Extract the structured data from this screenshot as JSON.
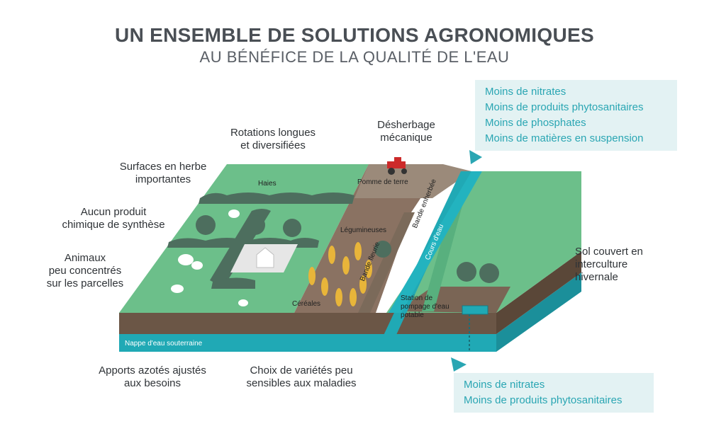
{
  "title": "UN ENSEMBLE DE SOLUTIONS AGRONOMIQUES",
  "subtitle": "AU BÉNÉFICE DE LA QUALITÉ DE L'EAU",
  "labels": {
    "rotations": "Rotations longues\net diversifiées",
    "desherbage": "Désherbage\nmécanique",
    "surfaces": "Surfaces en herbe\nimportantes",
    "aucun": "Aucun produit\nchimique de synthèse",
    "animaux": "Animaux\npeu concentrés\nsur les parcelles",
    "sol": "Sol couvert en\ninterculture\nhivernale",
    "apports": "Apports azotés ajustés\naux besoins",
    "choix": "Choix de variétés peu\nsensibles aux maladies"
  },
  "map_labels": {
    "haies": "Haies",
    "pomme": "Pomme de terre",
    "legumineuses": "Légumineuses",
    "cereales": "Céréales",
    "bande_fleurie": "Bande fleurie",
    "bande_enherbee": "Bande enherbée",
    "cours_eau": "Cours d'eau",
    "station": "Station de\npompage d'eau\npotable",
    "nappe": "Nappe d'eau souterraine"
  },
  "benefits_top": [
    "Moins de nitrates",
    "Moins de produits phytosanitaires",
    "Moins de phosphates",
    "Moins de matières en suspension"
  ],
  "benefits_bottom": [
    "Moins de nitrates",
    "Moins de produits phytosanitaires"
  ],
  "colors": {
    "grass": "#6cbf8a",
    "grass_side": "#3f8f74",
    "soil": "#7a6555",
    "water": "#20a9b5",
    "hedge": "#4d6e5e",
    "text_accent": "#2aa6b3",
    "benefit_bg": "#e3f2f3"
  }
}
